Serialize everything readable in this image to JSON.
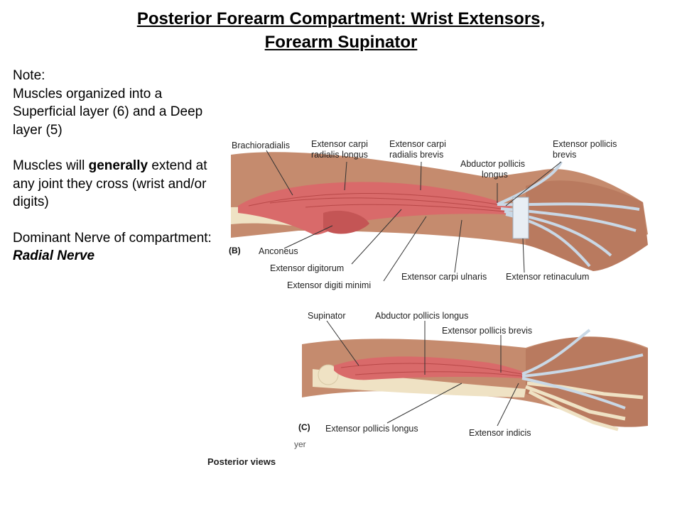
{
  "title": {
    "line1": "Posterior Forearm Compartment: Wrist Extensors,",
    "line2": "Forearm Supinator"
  },
  "notes": {
    "note_heading": "Note:",
    "organization": "Muscles organized into a Superficial layer (6) and a Deep layer (5)",
    "action_pre": "Muscles will ",
    "action_bold": "generally",
    "action_post": " extend at any joint they cross (wrist and/or digits)",
    "nerve_pre": "Dominant Nerve of compartment: ",
    "nerve_emph": "Radial Nerve"
  },
  "figure_b": {
    "panel_label": "(B)",
    "labels": {
      "brachioradialis": "Brachioradialis",
      "ecrl_1": "Extensor carpi",
      "ecrl_2": "radialis longus",
      "ecrb_1": "Extensor carpi",
      "ecrb_2": "radialis brevis",
      "apl_1": "Abductor pollicis",
      "apl_2": "longus",
      "epb_1": "Extensor pollicis",
      "epb_2": "brevis",
      "anconeus": "Anconeus",
      "ext_digitorum": "Extensor digitorum",
      "ext_digiti_minimi": "Extensor digiti minimi",
      "ecu": "Extensor carpi ulnaris",
      "ext_retinaculum": "Extensor retinaculum"
    }
  },
  "figure_c": {
    "panel_label": "(C)",
    "labels": {
      "supinator": "Supinator",
      "apl": "Abductor pollicis longus",
      "epb": "Extensor pollicis brevis",
      "epl": "Extensor pollicis longus",
      "ext_indicis": "Extensor indicis"
    }
  },
  "caption": {
    "fragment": "yer",
    "views": "Posterior views"
  },
  "colors": {
    "muscle": "#d96a6a",
    "muscle_dark": "#b84848",
    "tendon": "#c9d8e6",
    "skin": "#c58b6e",
    "bone": "#efe2c4"
  }
}
